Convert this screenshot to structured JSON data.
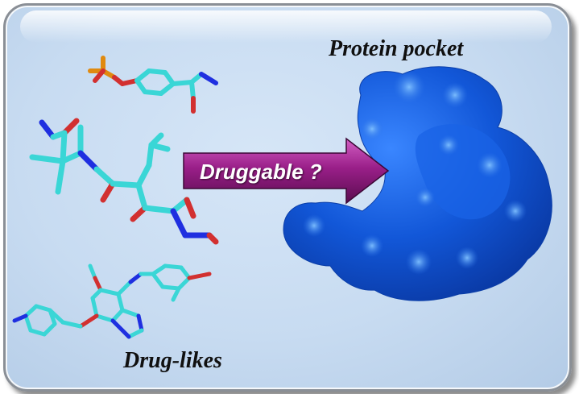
{
  "labels": {
    "protein_pocket": "Protein pocket",
    "drug_likes": "Drug-likes",
    "arrow": "Druggable ?"
  },
  "colors": {
    "panel_background": "#c9dcf1",
    "panel_border": "#8a8f96",
    "carbon": "#3ad6d6",
    "nitrogen": "#1f2fe0",
    "oxygen": "#d23030",
    "phosphorus": "#e08a10",
    "arrow": "#8a1a7a",
    "protein_surface": "#1257d8"
  }
}
